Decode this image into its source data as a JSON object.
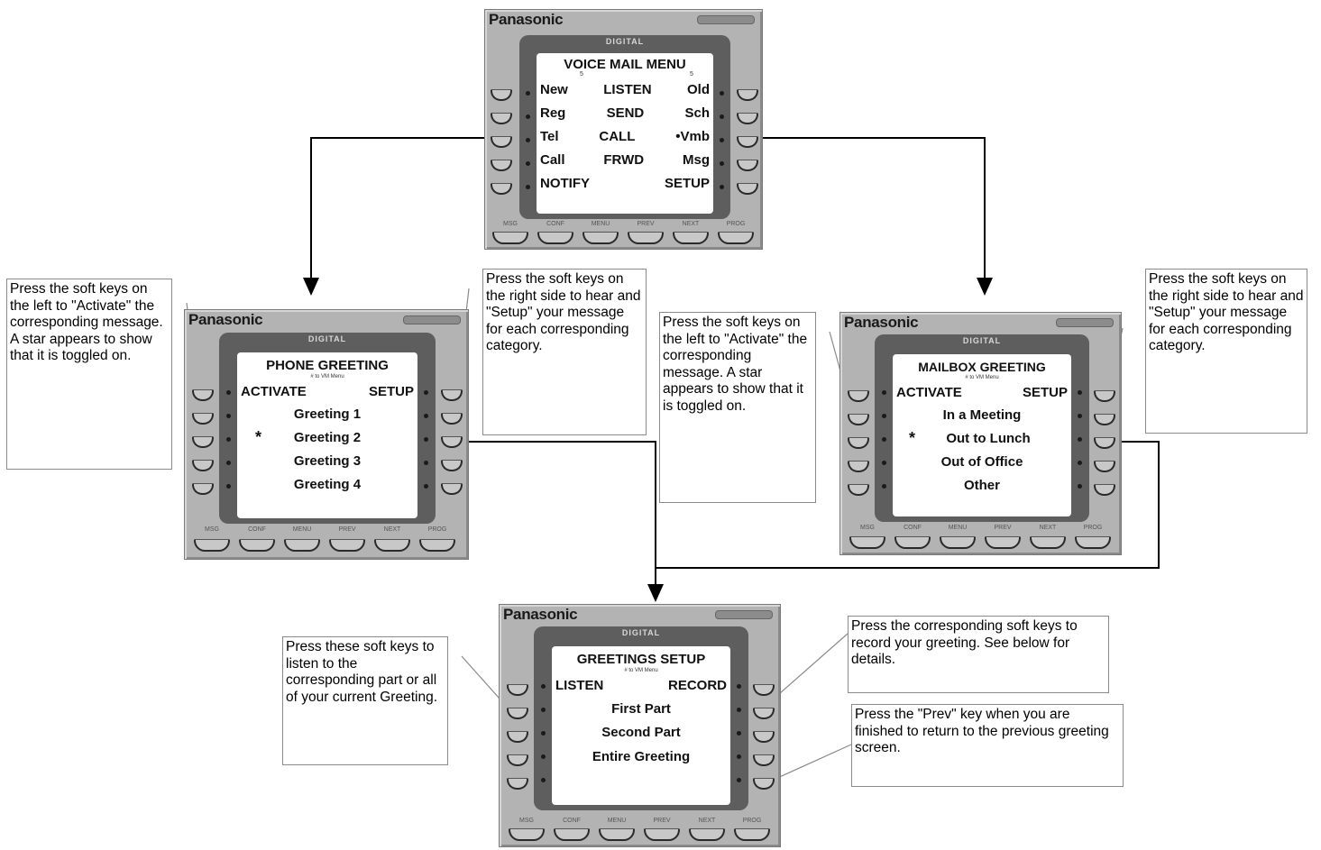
{
  "device": {
    "brand": "Panasonic",
    "model_label": "DIGITAL",
    "function_keys": [
      "MSG",
      "CONF",
      "MENU",
      "PREV",
      "NEXT",
      "PROG"
    ]
  },
  "screens": {
    "voice_mail_menu": {
      "title": "VOICE MAIL MENU",
      "marker_left": "5",
      "marker_right": "5",
      "rows": [
        [
          "New",
          "LISTEN",
          "Old"
        ],
        [
          "Reg",
          "SEND",
          "Sch"
        ],
        [
          "Tel",
          "CALL",
          "•Vmb"
        ],
        [
          "Call",
          "FRWD",
          "Msg"
        ],
        [
          "NOTIFY",
          "",
          "SETUP"
        ]
      ]
    },
    "phone_greeting": {
      "title": "PHONE GREETING",
      "subtitle": "# to VM Menu",
      "left_header": "ACTIVATE",
      "right_header": "SETUP",
      "items": [
        "Greeting 1",
        "Greeting 2",
        "Greeting 3",
        "Greeting 4"
      ],
      "star": "*"
    },
    "mailbox_greeting": {
      "title": "MAILBOX GREETING",
      "subtitle": "# to VM Menu",
      "left_header": "ACTIVATE",
      "right_header": "SETUP",
      "items": [
        "In a Meeting",
        "Out to Lunch",
        "Out of Office",
        "Other"
      ],
      "star": "*"
    },
    "greetings_setup": {
      "title": "GREETINGS SETUP",
      "subtitle": "# to VM Menu",
      "left_header": "LISTEN",
      "right_header": "RECORD",
      "items": [
        "First Part",
        "Second Part",
        "Entire Greeting"
      ]
    }
  },
  "notes": {
    "phone_left": "Press the soft keys on the left to \"Activate\" the corresponding message.  A star appears to show that it is toggled on.",
    "phone_right": "Press the soft keys on the right side to hear and \"Setup\" your message for each corresponding category.",
    "mailbox_left": "Press the soft keys on the left to \"Activate\" the corresponding message.  A star appears to show that it is toggled on.",
    "mailbox_right": "Press the soft keys on the right side to hear and \"Setup\" your message for each corresponding category.",
    "setup_listen": "Press these soft keys to listen to the corresponding part or all of your current Greeting.",
    "setup_record": "Press the corresponding soft keys to record your greeting.  See below for details.",
    "setup_prev": "Press the \"Prev\" key when you are finished to return to the previous greeting screen."
  }
}
